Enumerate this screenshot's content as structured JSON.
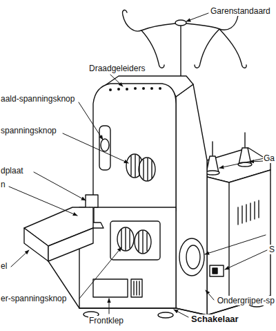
{
  "diagram": {
    "labels": [
      "Garenstandaard",
      "Draadgeleiders",
      "aald-spanningsknop",
      "spanningsknop",
      "dplaat",
      "n",
      "el",
      "er-spanningsknop",
      "Frontklep",
      "Schakelaar",
      "Ondergrijper-sp",
      "Ga",
      "S"
    ]
  }
}
